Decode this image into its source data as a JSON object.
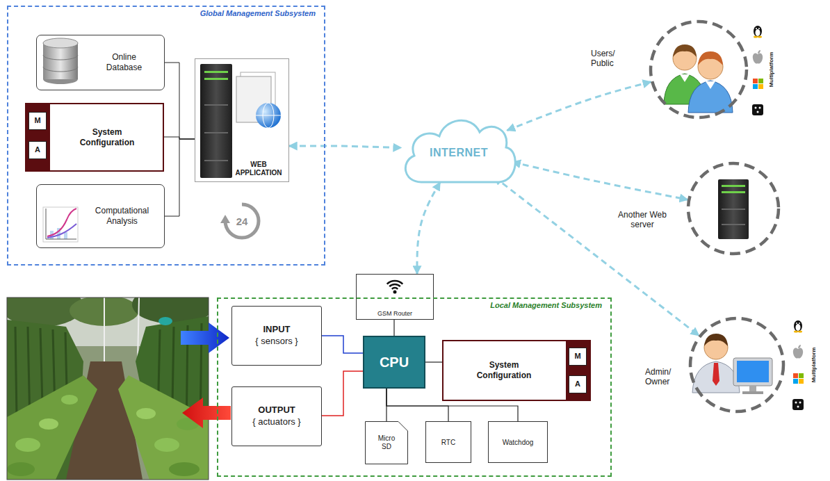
{
  "diagram": {
    "nodes": [
      {
        "text": [
          "Global Management Subsystem"
        ]
      },
      {
        "text": [
          "Online Database"
        ],
        "in": 0
      },
      {
        "text": [
          "System Configuration"
        ],
        "in": 0
      },
      {
        "text": [
          "M"
        ],
        "in": 2
      },
      {
        "text": [
          "A"
        ],
        "in": 2
      },
      {
        "text": [
          "Computational Analysis"
        ],
        "in": 0
      },
      {
        "text": [
          "WEB APPLICATION"
        ],
        "in": 0
      },
      {
        "text": [
          "Users/ Public",
          "Multiplatform"
        ]
      },
      {
        "text": [
          "INTERNET"
        ]
      },
      {
        "text": [
          "Another Web server"
        ]
      },
      {
        "text": [
          "GSM Router"
        ]
      },
      {
        "text": [
          "Local Management Subsystem"
        ]
      },
      {
        "text": [
          "INPUT",
          "{ sensors }"
        ],
        "in": 11
      },
      {
        "text": [
          "CPU"
        ],
        "in": 11
      },
      {
        "text": [
          "System Configuration"
        ],
        "in": 11
      },
      {
        "text": [
          "M"
        ],
        "in": 14
      },
      {
        "text": [
          "A"
        ],
        "in": 14
      },
      {
        "text": [
          "Admin/ Owner",
          "Multiplatform"
        ]
      },
      {
        "text": [
          "OUTPUT",
          "{ actuators }"
        ],
        "in": 11
      },
      {
        "text": [
          "Micro SD"
        ],
        "in": 11
      },
      {
        "text": [
          "RTC"
        ],
        "in": 11
      },
      {
        "text": [
          "Watchdog"
        ],
        "in": 11
      }
    ],
    "edges": [
      {
        "from": 1,
        "to": 6,
        "arrow": "none"
      },
      {
        "from": 2,
        "to": 6,
        "arrow": "none"
      },
      {
        "from": 5,
        "to": 6,
        "arrow": "none"
      },
      {
        "from": 6,
        "to": 8,
        "arrow": "both"
      },
      {
        "from": 8,
        "to": 7,
        "arrow": "both"
      },
      {
        "from": 8,
        "to": 9,
        "arrow": "both"
      },
      {
        "from": 8,
        "to": 10,
        "arrow": "both"
      },
      {
        "from": 8,
        "to": 17,
        "arrow": "both"
      },
      {
        "from": 10,
        "to": 13,
        "arrow": "none"
      },
      {
        "from": 12,
        "to": 13,
        "arrow": "none"
      },
      {
        "from": 18,
        "to": 13,
        "arrow": "none"
      },
      {
        "from": 13,
        "to": 14,
        "arrow": "none"
      },
      {
        "from": 13,
        "to": 19,
        "arrow": "none"
      },
      {
        "from": 13,
        "to": 20,
        "arrow": "none"
      },
      {
        "from": 13,
        "to": 21,
        "arrow": "none"
      }
    ],
    "labels": [
      "24"
    ]
  }
}
